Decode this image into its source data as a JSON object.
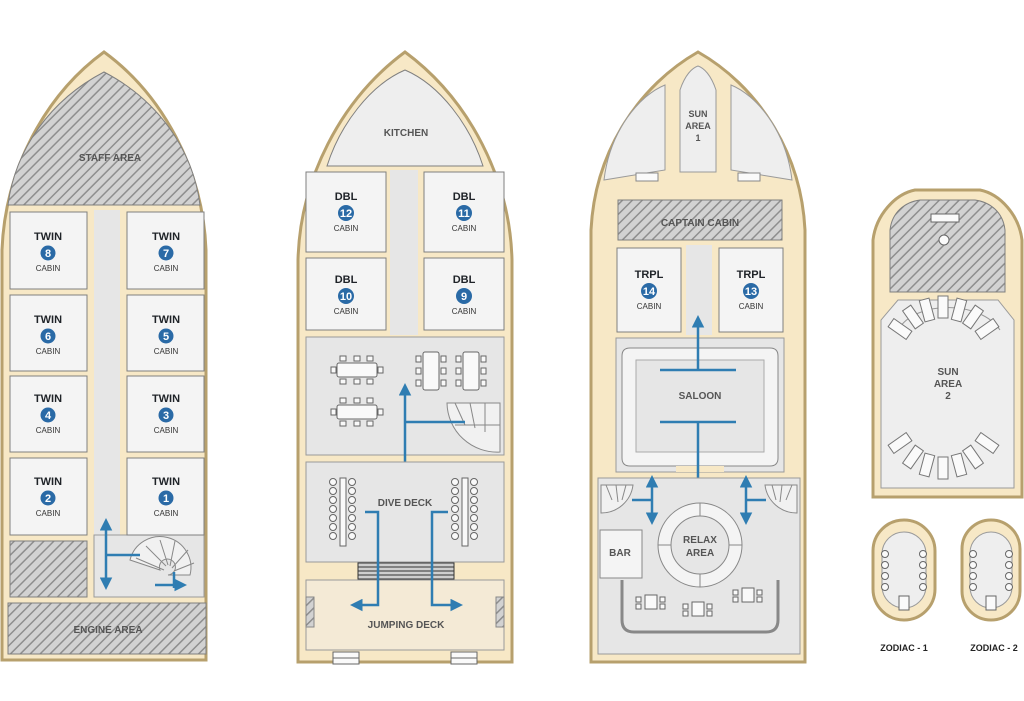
{
  "colors": {
    "hull_fill": "#f7e8c6",
    "hull_stroke": "#b7a06d",
    "floor": "#e6e6e6",
    "room_fill": "#f4f4f4",
    "room_stroke": "#7f7f7f",
    "hatch": "#8e8e8e",
    "arrow": "#2f7db2",
    "badge": "#2a6aa6"
  },
  "deck1": {
    "staff_area": "STAFF AREA",
    "engine_area": "ENGINE AREA",
    "cabins": [
      {
        "type": "TWIN",
        "num": "8",
        "sub": "CABIN"
      },
      {
        "type": "TWIN",
        "num": "7",
        "sub": "CABIN"
      },
      {
        "type": "TWIN",
        "num": "6",
        "sub": "CABIN"
      },
      {
        "type": "TWIN",
        "num": "5",
        "sub": "CABIN"
      },
      {
        "type": "TWIN",
        "num": "4",
        "sub": "CABIN"
      },
      {
        "type": "TWIN",
        "num": "3",
        "sub": "CABIN"
      },
      {
        "type": "TWIN",
        "num": "2",
        "sub": "CABIN"
      },
      {
        "type": "TWIN",
        "num": "1",
        "sub": "CABIN"
      }
    ]
  },
  "deck2": {
    "kitchen": "KITCHEN",
    "dive_deck": "DIVE DECK",
    "jumping_deck": "JUMPING DECK",
    "cabins": [
      {
        "type": "DBL",
        "num": "12",
        "sub": "CABIN"
      },
      {
        "type": "DBL",
        "num": "11",
        "sub": "CABIN"
      },
      {
        "type": "DBL",
        "num": "10",
        "sub": "CABIN"
      },
      {
        "type": "DBL",
        "num": "9",
        "sub": "CABIN"
      }
    ]
  },
  "deck3": {
    "sun_area_1": [
      "SUN",
      "AREA",
      "1"
    ],
    "captain_cabin": "CAPTAIN CABIN",
    "saloon": "SALOON",
    "bar": "BAR",
    "relax_area": [
      "RELAX",
      "AREA"
    ],
    "cabins": [
      {
        "type": "TRPL",
        "num": "14",
        "sub": "CABIN"
      },
      {
        "type": "TRPL",
        "num": "13",
        "sub": "CABIN"
      }
    ]
  },
  "deck4": {
    "sun_area_2": [
      "SUN",
      "AREA",
      "2"
    ]
  },
  "zodiacs": {
    "labels": [
      "ZODIAC - 1",
      "ZODIAC - 2"
    ]
  }
}
